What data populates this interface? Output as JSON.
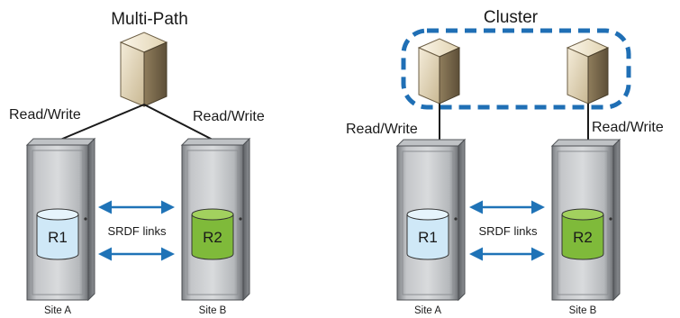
{
  "left_panel": {
    "title": "Multi-Path",
    "read_write_left": "Read/Write",
    "read_write_right": "Read/Write",
    "srdf_label": "SRDF links",
    "disk_r1": "R1",
    "disk_r2": "R2",
    "site_a": "Site A",
    "site_b": "Site B"
  },
  "right_panel": {
    "title": "Cluster",
    "read_write_left": "Read/Write",
    "read_write_right": "Read/Write",
    "srdf_label": "SRDF links",
    "disk_r1": "R1",
    "disk_r2": "R2",
    "site_a": "Site A",
    "site_b": "Site B"
  },
  "colors": {
    "r1_fill": "#cfe8f7",
    "r2_fill": "#7fba3a",
    "arrow": "#1f73b7",
    "cluster_outline": "#1f6fb5",
    "server_face": "#e8dcc0",
    "cabinet": "#a7aaad"
  }
}
